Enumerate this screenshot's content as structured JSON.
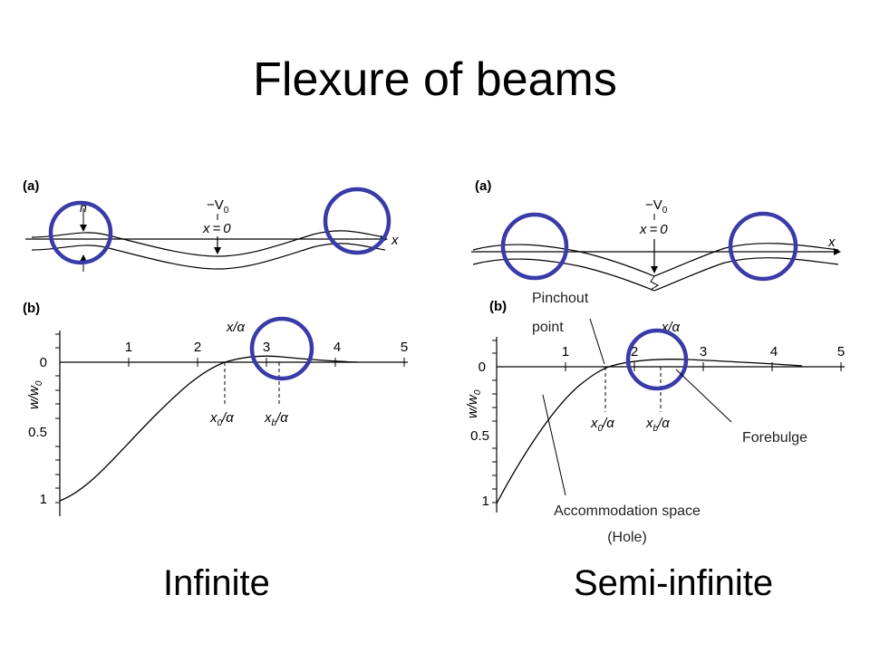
{
  "title": "Flexure of beams",
  "captions": {
    "left": "Infinite",
    "right": "Semi-infinite"
  },
  "colors": {
    "highlight_circle": "#3a3aa8",
    "ink": "#000000"
  },
  "infinite": {
    "panel_a": {
      "label": "(a)",
      "load": "−V",
      "load_sub": "0",
      "origin": "x = 0",
      "axis": "x",
      "thickness": "h"
    },
    "panel_b": {
      "label": "(b)",
      "x_axis_label": "x/α",
      "x_ticks": [
        "1",
        "2",
        "3",
        "4",
        "5"
      ],
      "y_axis_label": "w/w",
      "y_axis_sub": "0",
      "y_ticks": [
        "0",
        "0.5",
        "1"
      ],
      "x0_label": "x",
      "x0_sub": "0",
      "xb_label": "x",
      "xb_sub": "b",
      "alpha_suffix": "/α"
    }
  },
  "semi_infinite": {
    "panel_a": {
      "label": "(a)",
      "load": "−V",
      "load_sub": "0",
      "origin": "x = 0",
      "axis": "x"
    },
    "panel_b": {
      "label": "(b)",
      "x_axis_label": "x/α",
      "x_ticks": [
        "1",
        "2",
        "3",
        "4",
        "5"
      ],
      "y_axis_label": "w/w",
      "y_axis_sub": "0",
      "y_ticks": [
        "0",
        "0.5",
        "1"
      ],
      "x0_label": "x",
      "x0_sub": "0",
      "xb_label": "x",
      "xb_sub": "b",
      "alpha_suffix": "/α"
    },
    "annotations": {
      "pinchout_line1": "Pinchout",
      "pinchout_line2": "point",
      "forebulge": "Forebulge",
      "accommodation_line1": "Accommodation space",
      "accommodation_line2": "(Hole)"
    }
  }
}
